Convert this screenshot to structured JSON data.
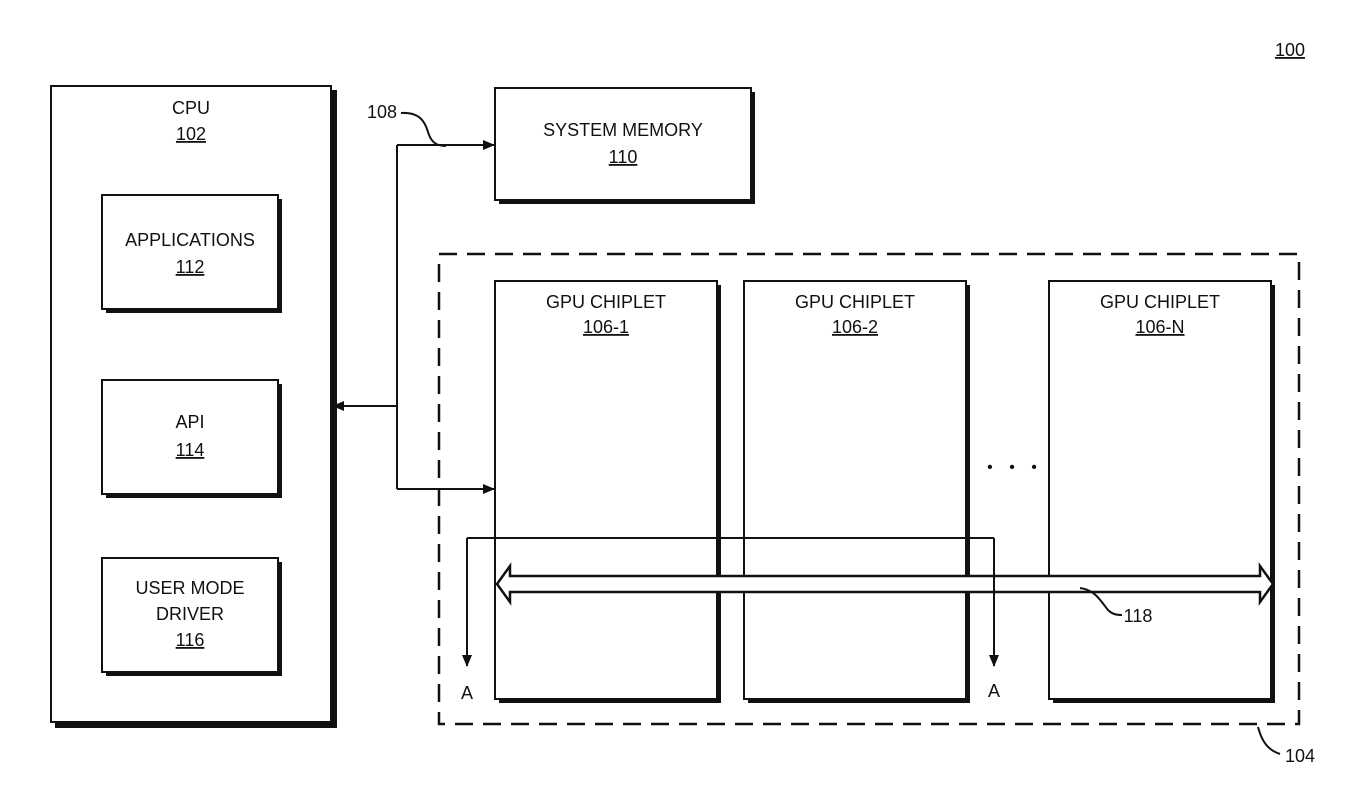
{
  "figure_number": "100",
  "bus_ref": "108",
  "cpu": {
    "title": "CPU",
    "ref": "102"
  },
  "applications": {
    "title": "APPLICATIONS",
    "ref": "112"
  },
  "api": {
    "title": "API",
    "ref": "114"
  },
  "umd": {
    "line1": "USER MODE",
    "line2": "DRIVER",
    "ref": "116"
  },
  "system_memory": {
    "title": "SYSTEM MEMORY",
    "ref": "110"
  },
  "chiplet_array_ref": "104",
  "chiplets": [
    {
      "title": "GPU CHIPLET",
      "ref": "106-1"
    },
    {
      "title": "GPU CHIPLET",
      "ref": "106-2"
    },
    {
      "title": "GPU CHIPLET",
      "ref": "106-N"
    }
  ],
  "ellipsis": "• • •",
  "crosslink_ref": "118",
  "connector_left": "A",
  "connector_right": "A",
  "colors": {
    "line": "#111111",
    "background": "#ffffff"
  }
}
